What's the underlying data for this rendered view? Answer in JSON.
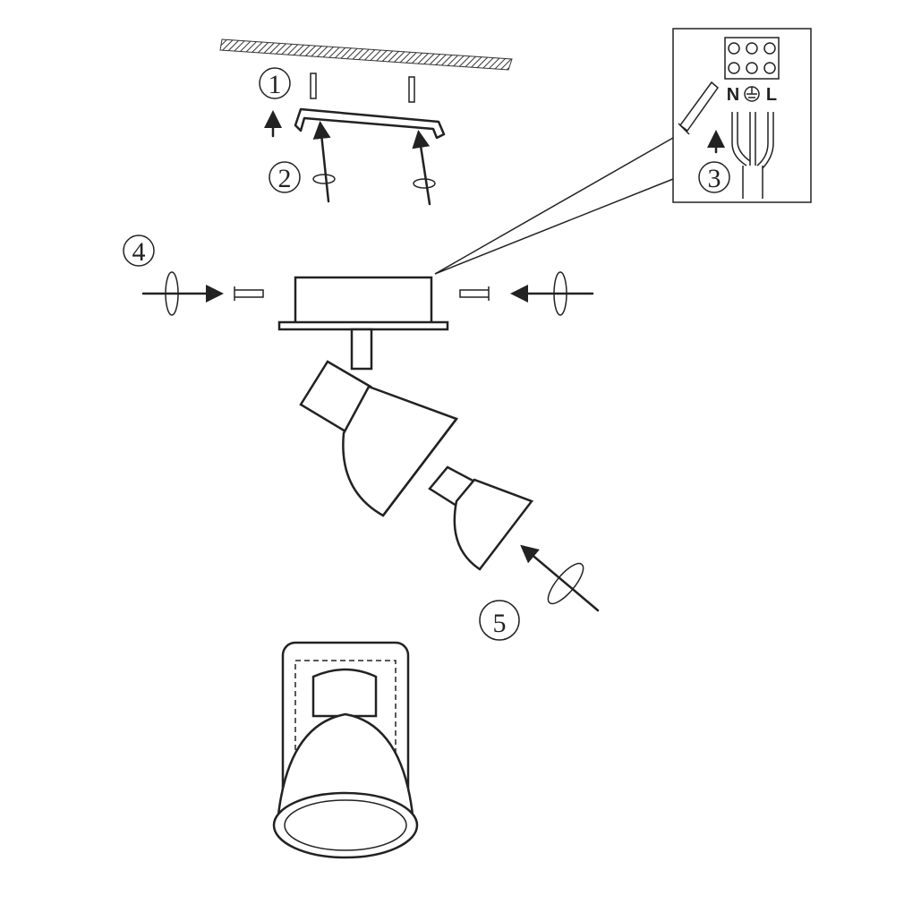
{
  "steps": [
    {
      "number": "1",
      "label": "mount-anchors"
    },
    {
      "number": "2",
      "label": "screw-bracket"
    },
    {
      "number": "3",
      "label": "connect-wires"
    },
    {
      "number": "4",
      "label": "fix-lamp-body"
    },
    {
      "number": "5",
      "label": "insert-bulb"
    }
  ],
  "terminals": {
    "neutral": "N",
    "live": "L"
  },
  "colors": {
    "line": "#222222",
    "background": "#ffffff"
  }
}
